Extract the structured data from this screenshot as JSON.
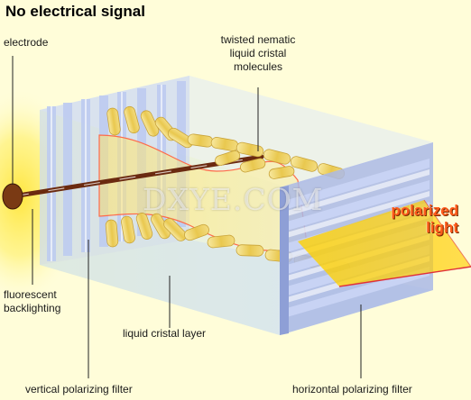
{
  "title": "No electrical signal",
  "labels": {
    "electrode": "electrode",
    "molecules": [
      "twisted nematic",
      "liquid cristal",
      "molecules"
    ],
    "backlight": [
      "fluorescent",
      "backlighting"
    ],
    "liquid_layer": "liquid cristal layer",
    "vertical_filter": "vertical polarizing filter",
    "horizontal_filter": "horizontal polarizing filter",
    "polarized_light": [
      "polarized",
      "light"
    ]
  },
  "watermark": "DXYE.COM",
  "colors": {
    "background": "#fffdd9",
    "backlight_glow": "#ffe640",
    "electrode": "#6b2a10",
    "filter_blue": "#b7c7ee",
    "liquid_layer": "#eef3a8",
    "molecule": "#f0d66a",
    "light_beam": "#ffd200",
    "polarized_text": "#ff5a1a"
  }
}
